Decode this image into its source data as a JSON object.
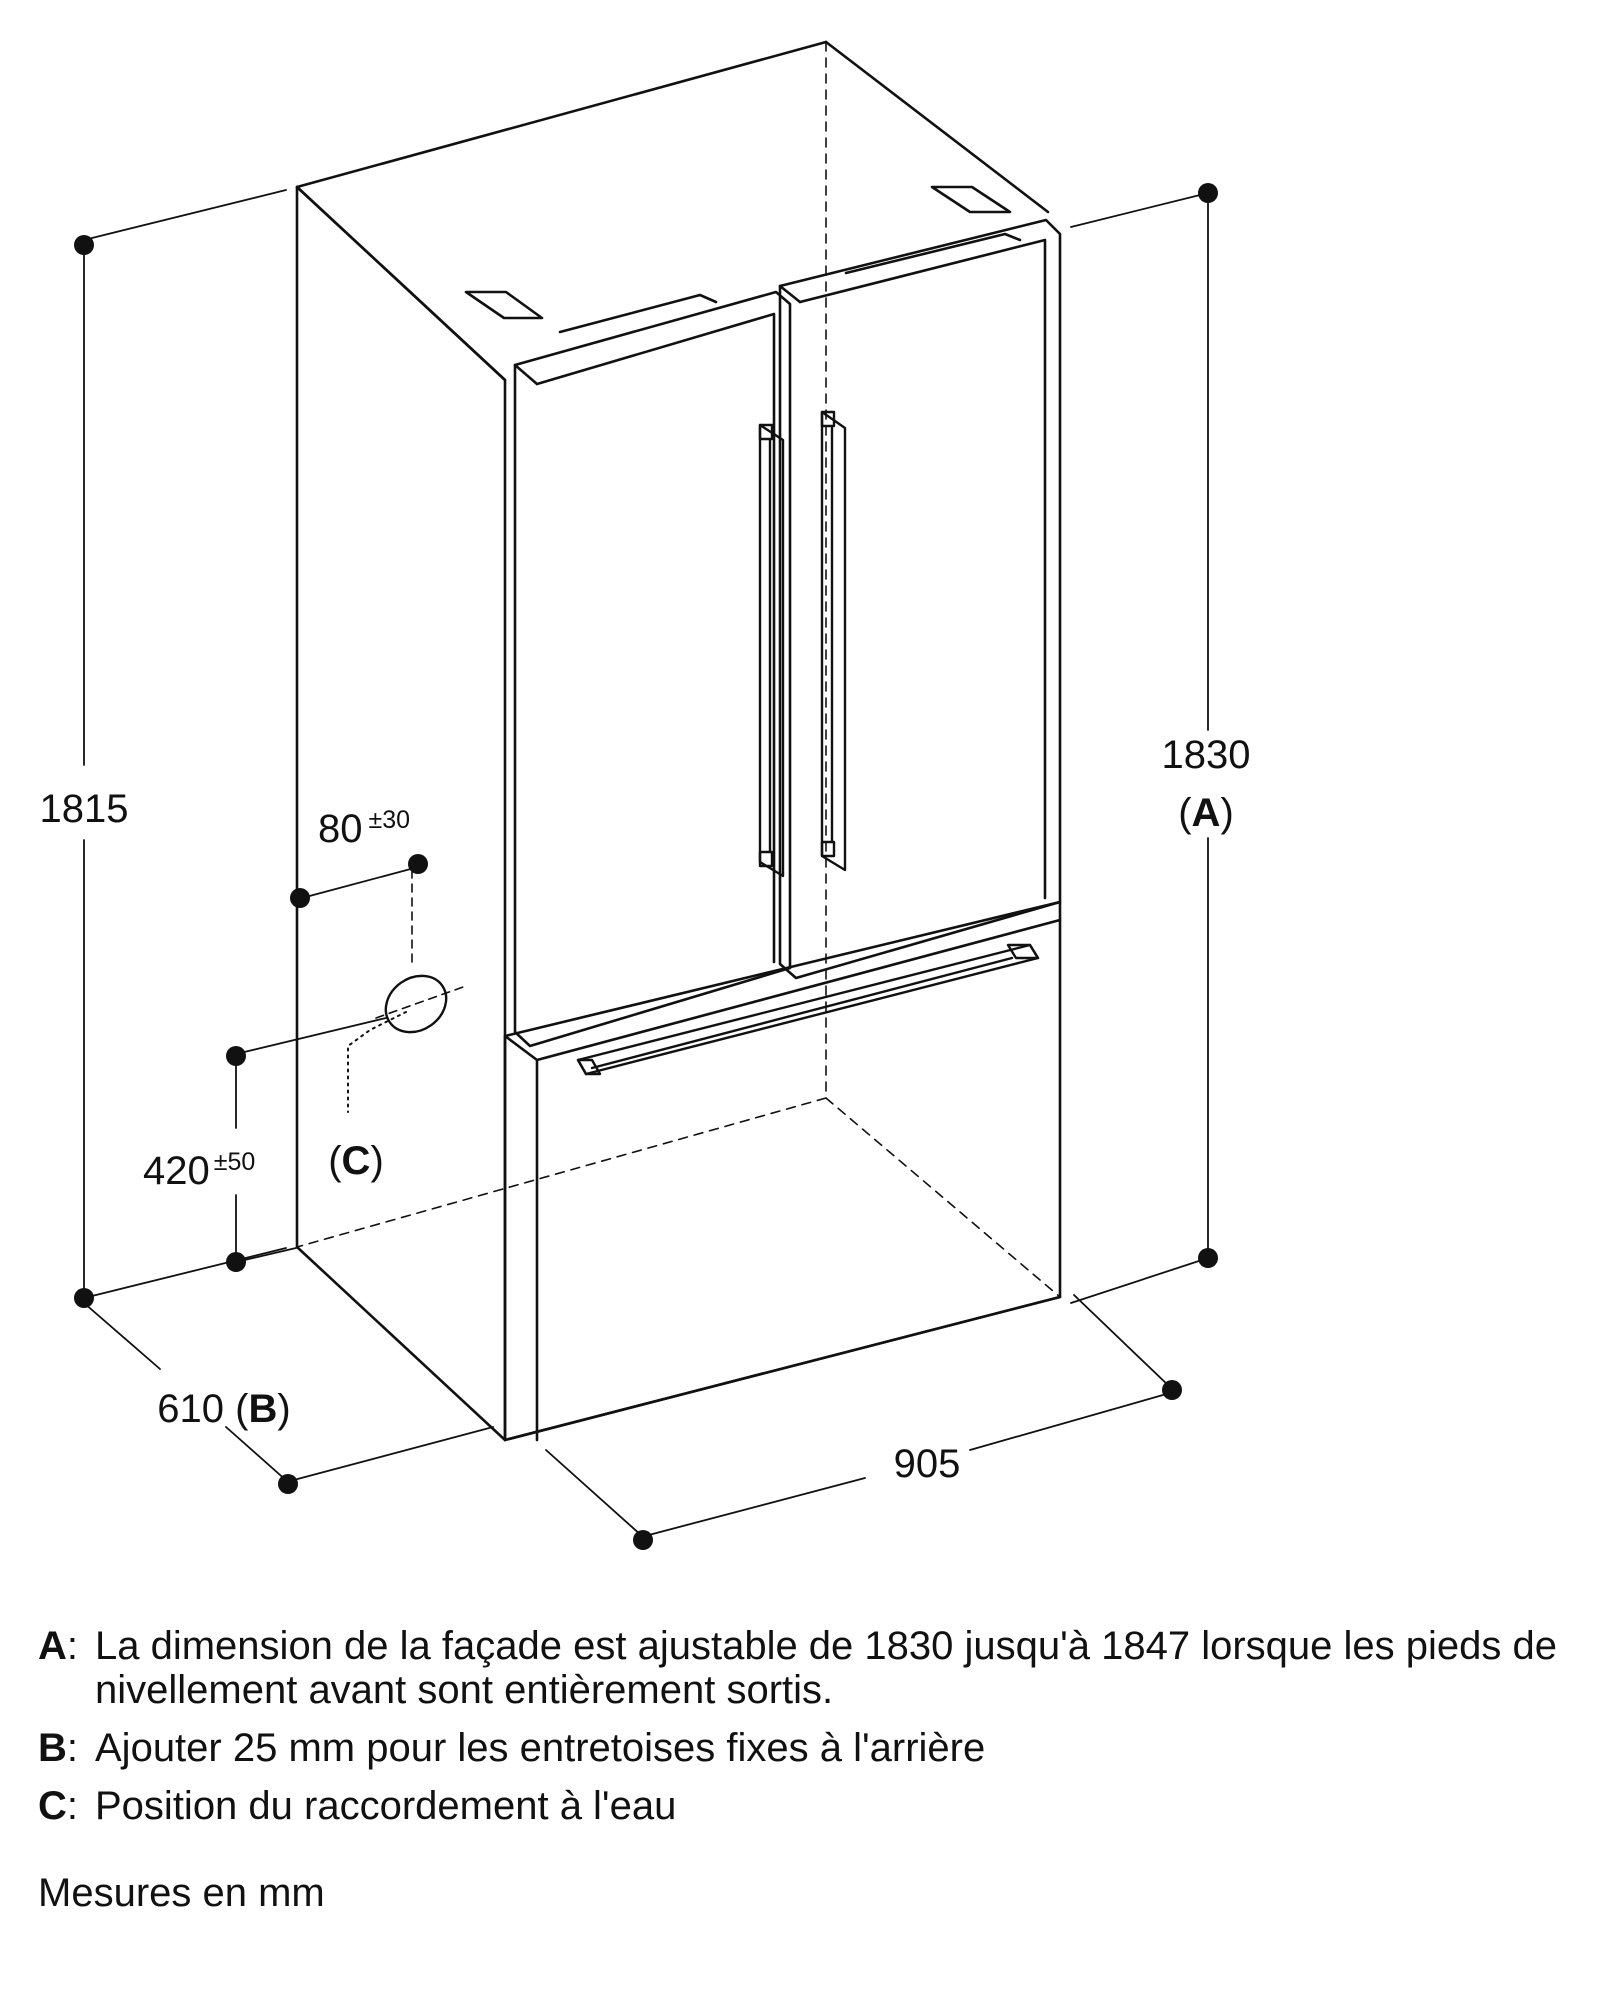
{
  "dimensions": {
    "overall_height": "1815",
    "front_height": "1830",
    "front_height_ref": "A",
    "water_offset": "80",
    "water_offset_tol": "±30",
    "water_height": "420",
    "water_height_tol": "±50",
    "water_ref": "C",
    "depth": "610",
    "depth_ref": "B",
    "width": "905"
  },
  "notes": [
    {
      "key": "A",
      "text": "La dimension de la façade est ajustable de 1830 jusqu'à 1847 lorsque les pieds de nivellement avant sont entièrement sortis."
    },
    {
      "key": "B",
      "text": "Ajouter 25 mm pour les entretoises fixes à l'arrière"
    },
    {
      "key": "C",
      "text": "Position du raccordement à l'eau"
    }
  ],
  "units_note": "Mesures en mm"
}
